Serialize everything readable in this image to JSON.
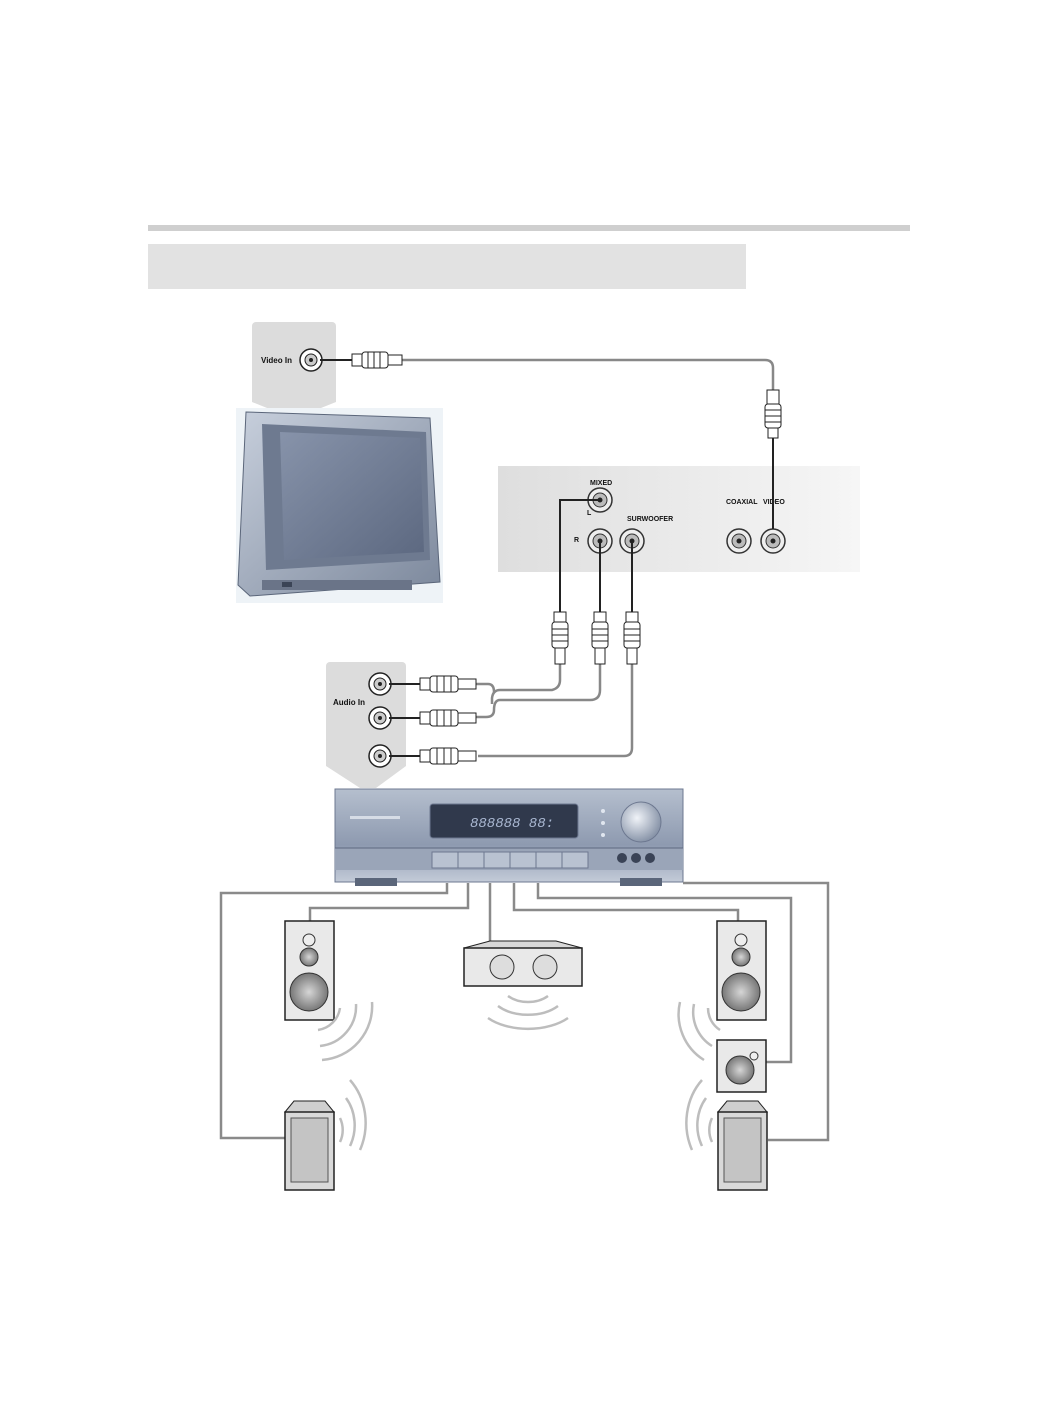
{
  "labels": {
    "video_in": "Video In",
    "audio_in": "Audio In",
    "mixed": "MIXED",
    "l": "L",
    "r": "R",
    "subwoofer": "SURWOOFER",
    "coaxial": "COAXIAL",
    "video": "VIDEO",
    "display_text": "888888 88:"
  },
  "colors": {
    "cable_gray": "#888888",
    "cable_black": "#222222",
    "panel_gray": "#e6e6e6",
    "callout_gray": "#dcdcdc",
    "device_blue": "#8f9bb0"
  }
}
